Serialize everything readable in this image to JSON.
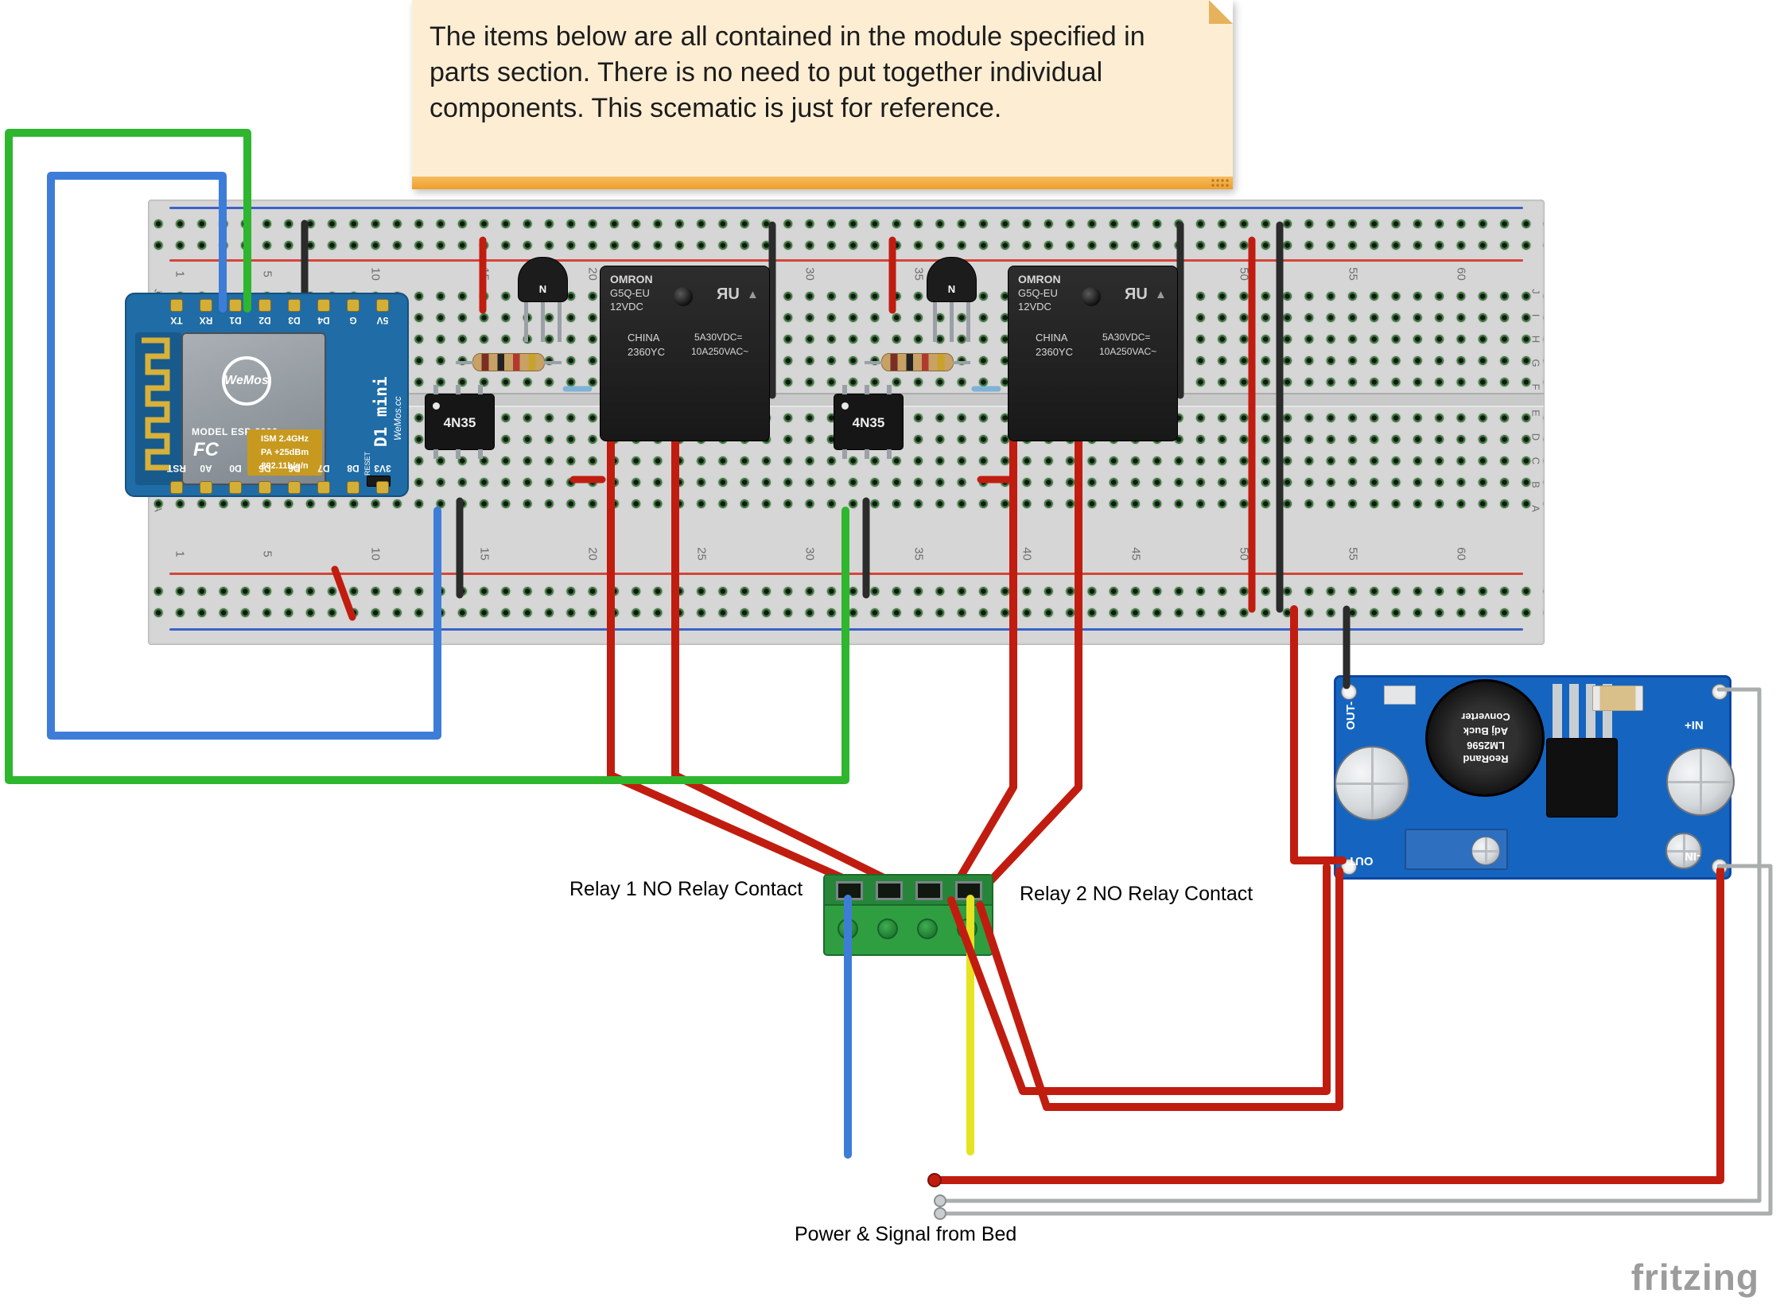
{
  "note": {
    "text": "The items below are all contained in the module specified in parts section. There is no need to put together individual components. This scematic is just for reference."
  },
  "captions": {
    "relay1_contact": "Relay 1 NO Relay Contact",
    "relay2_contact": "Relay 2 NO Relay Contact",
    "power_signal": "Power & Signal from Bed"
  },
  "watermark": "fritzing",
  "breadboard": {
    "column_numbers": [
      "1",
      "5",
      "10",
      "15",
      "20",
      "25",
      "30",
      "35",
      "40",
      "45",
      "50",
      "55",
      "60"
    ],
    "row_letters": [
      "J",
      "I",
      "H",
      "G",
      "F",
      "E",
      "D",
      "C",
      "B",
      "A"
    ]
  },
  "wemos": {
    "logo": "WeMos",
    "model_line": "MODEL  ESP-8266",
    "fcc_mark": "FC",
    "spec_line1": "ISM 2.4GHz",
    "spec_line2": "PA +25dBm",
    "spec_line3": "802.11b/g/n",
    "board_name": "D1 mini",
    "site": "WeMos.cc",
    "reset_label": "RESET",
    "top_pins": [
      "TX",
      "RX",
      "D1",
      "D2",
      "D3",
      "D4",
      "G",
      "5V"
    ],
    "bottom_pins": [
      "RST",
      "A0",
      "D0",
      "D5",
      "D6",
      "D7",
      "D8",
      "3V3"
    ]
  },
  "relay": {
    "brand": "OMRON",
    "model": "G5Q-EU",
    "coil_voltage": "12VDC",
    "ul_mark": "ЯU",
    "triangle_mark": "▲",
    "origin": "CHINA",
    "date_code": "2360YC",
    "rating_dc": "5A30VDC=",
    "rating_ac": "10A250VAC~"
  },
  "optocoupler_label": "4N35",
  "transistor_mark": "N",
  "buck_converter": {
    "brand": "ReoRand",
    "chip": "LM2596",
    "desc1": "Adj Buck",
    "desc2": "Converter",
    "pin_out_minus": "OUT-",
    "pin_out_plus": "OUT+",
    "pin_in_plus": "+IN",
    "pin_in_minus": "-IN"
  },
  "colors": {
    "wire_green": "#2eb62e",
    "wire_blue": "#3d7dd8",
    "wire_red": "#c01d10",
    "wire_black": "#2b2b2b",
    "wire_yellow": "#e6e320",
    "wire_gray": "#aaaeae",
    "wire_cyan": "#7fb3d5",
    "breadboard": "#d6d6d6",
    "wemos_pcb": "#1f6ca6",
    "buck_pcb": "#1565c0",
    "terminal_green": "#2f9e41",
    "note_bg": "#fdeed3",
    "note_bar": "#ee9f2c"
  }
}
